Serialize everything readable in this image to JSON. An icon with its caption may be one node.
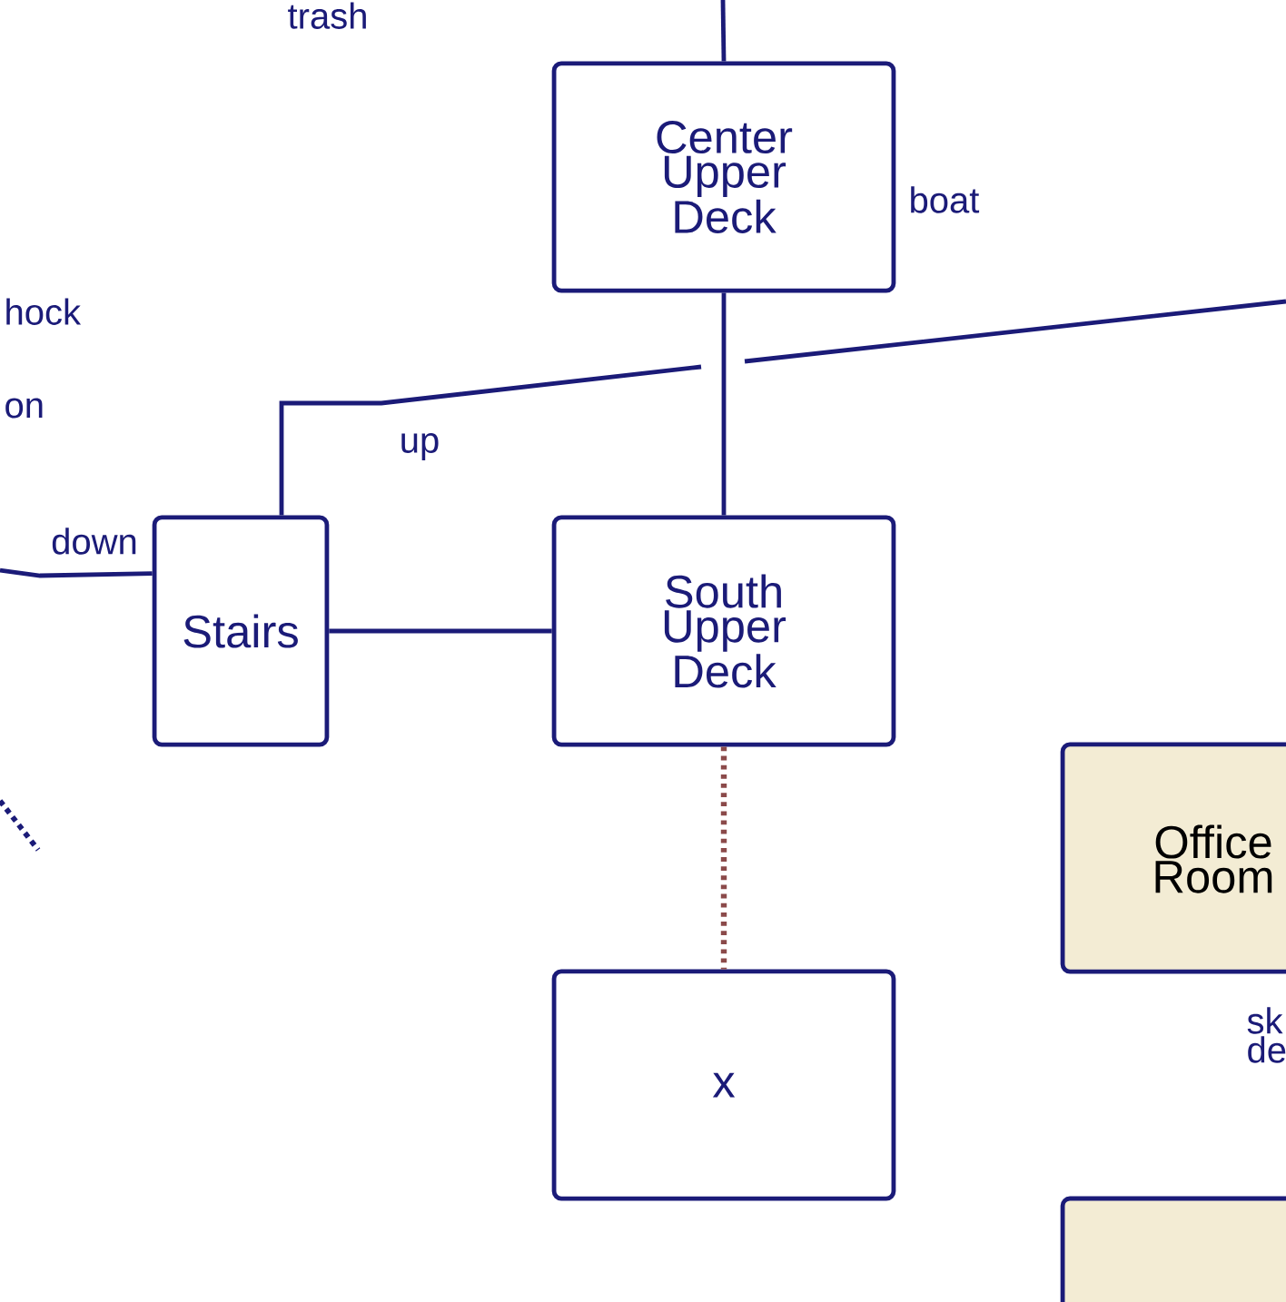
{
  "diagram": {
    "nodes": [
      {
        "text": [
          "Center Upper Deck"
        ],
        "beside": [
          "boat"
        ]
      },
      {
        "text": [
          "Stairs"
        ]
      },
      {
        "text": [
          "South Upper Deck"
        ]
      },
      {
        "text": [
          "x"
        ]
      },
      {
        "text": [
          "Office Room"
        ],
        "beside": [
          "sk de"
        ]
      },
      {
        "text": [],
        "shape": "box"
      }
    ],
    "edges": [
      {
        "from": null,
        "to": 0,
        "arrow": "none"
      },
      {
        "from": 0,
        "to": 2,
        "arrow": "none"
      },
      {
        "from": 1,
        "to": 2,
        "arrow": "none"
      },
      {
        "from": 2,
        "to": 3,
        "arrow": "none",
        "style": "dashed",
        "color": "#8b4a4a"
      },
      {
        "from": 1,
        "to": null,
        "arrow": "none",
        "label": "up"
      },
      {
        "from": null,
        "to": 1,
        "arrow": "none",
        "label": "down"
      }
    ],
    "labels": [
      "trash",
      "hock",
      "on"
    ]
  }
}
